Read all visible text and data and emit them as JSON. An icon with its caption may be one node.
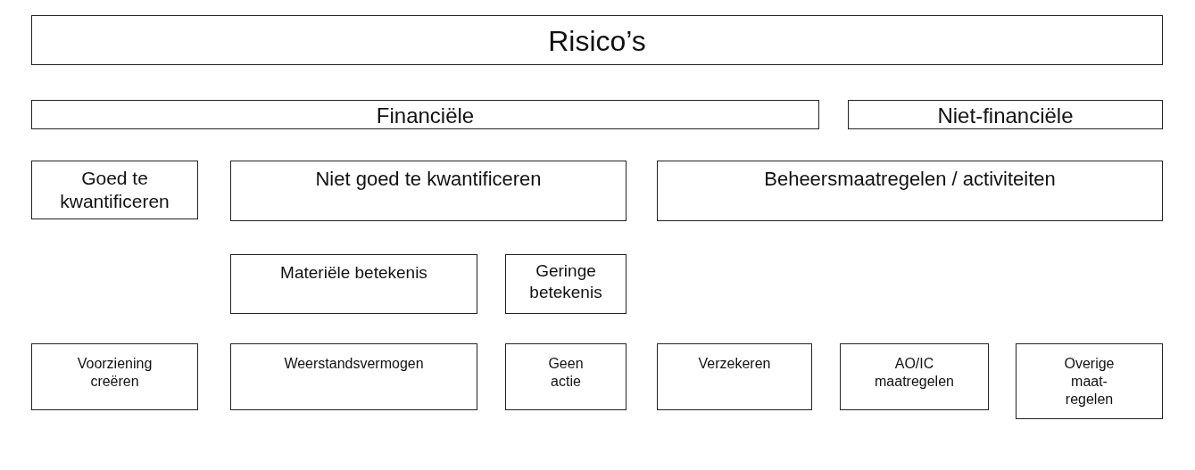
{
  "diagram": {
    "nodes": [
      {
        "text": [
          "Risico’s"
        ]
      },
      {
        "text": [
          "Financiële"
        ]
      },
      {
        "text": [
          "Niet-financiële"
        ]
      },
      {
        "text": [
          "Goed te kwantificeren"
        ]
      },
      {
        "text": [
          "Niet goed te kwantificeren"
        ]
      },
      {
        "text": [
          "Beheersmaatregelen / activiteiten"
        ]
      },
      {
        "text": [
          "Materiële betekenis"
        ]
      },
      {
        "text": [
          "Geringe betekenis"
        ]
      },
      {
        "text": [
          "Voorziening creëren"
        ]
      },
      {
        "text": [
          "Weerstandsvermogen"
        ]
      },
      {
        "text": [
          "Geen actie"
        ]
      },
      {
        "text": [
          "Verzekeren"
        ]
      },
      {
        "text": [
          "AO/IC maatregelen"
        ]
      },
      {
        "text": [
          "Overige maat- regelen"
        ]
      }
    ]
  }
}
